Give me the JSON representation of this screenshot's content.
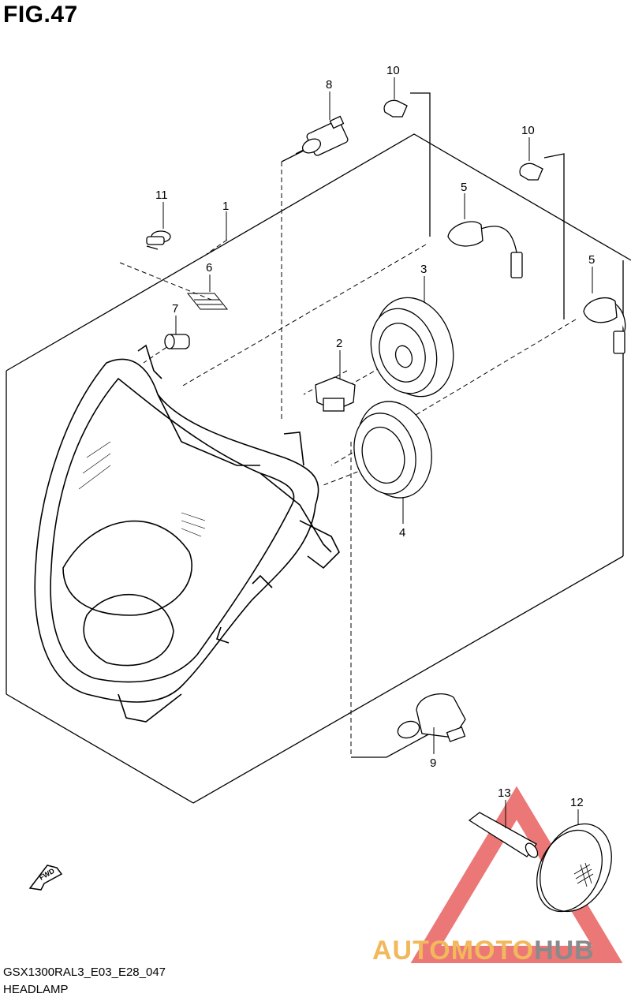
{
  "figure": {
    "title": "FIG.47",
    "model_code": "GSX1300RAL3_E03_E28_047",
    "section_name": "HEADLAMP"
  },
  "callouts": [
    {
      "id": "c1",
      "label": "1"
    },
    {
      "id": "c2",
      "label": "2"
    },
    {
      "id": "c3",
      "label": "3"
    },
    {
      "id": "c4",
      "label": "4"
    },
    {
      "id": "c5a",
      "label": "5"
    },
    {
      "id": "c5b",
      "label": "5"
    },
    {
      "id": "c6",
      "label": "6"
    },
    {
      "id": "c7",
      "label": "7"
    },
    {
      "id": "c8",
      "label": "8"
    },
    {
      "id": "c9",
      "label": "9"
    },
    {
      "id": "c10a",
      "label": "10"
    },
    {
      "id": "c10b",
      "label": "10"
    },
    {
      "id": "c11",
      "label": "11"
    },
    {
      "id": "c12",
      "label": "12"
    },
    {
      "id": "c13",
      "label": "13"
    }
  ],
  "fwd_arrow_label": "FWD",
  "watermark": {
    "part_a": "AUTOMOTO",
    "part_b": "HUB",
    "color_a": "#f2b85c",
    "color_b": "#8a8a8a",
    "triangle_color": "#e64a4a"
  }
}
